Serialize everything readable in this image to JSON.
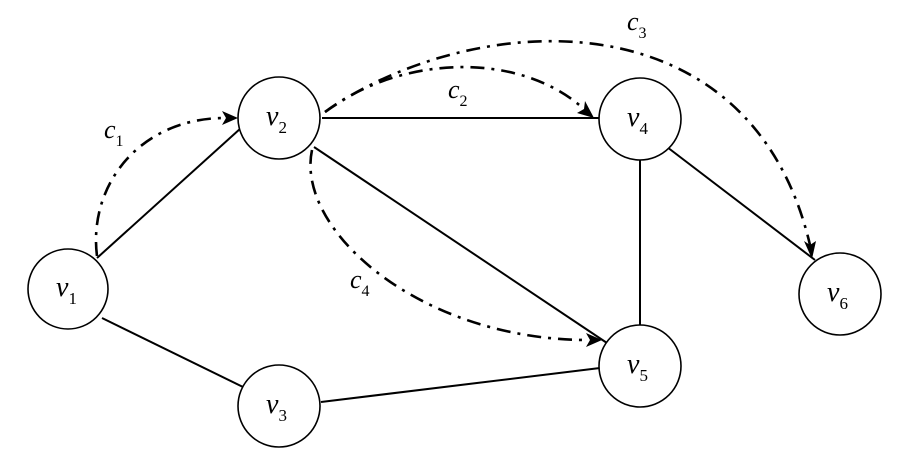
{
  "nodes": [
    {
      "id": "v1",
      "letter": "v",
      "subscript": "1"
    },
    {
      "id": "v2",
      "letter": "v",
      "subscript": "2"
    },
    {
      "id": "v3",
      "letter": "v",
      "subscript": "3"
    },
    {
      "id": "v4",
      "letter": "v",
      "subscript": "4"
    },
    {
      "id": "v5",
      "letter": "v",
      "subscript": "5"
    },
    {
      "id": "v6",
      "letter": "v",
      "subscript": "6"
    }
  ],
  "edges": [
    {
      "from": "v1",
      "to": "v2"
    },
    {
      "from": "v1",
      "to": "v3"
    },
    {
      "from": "v2",
      "to": "v4"
    },
    {
      "from": "v2",
      "to": "v5"
    },
    {
      "from": "v3",
      "to": "v5"
    },
    {
      "from": "v4",
      "to": "v5"
    },
    {
      "from": "v4",
      "to": "v6"
    }
  ],
  "paths": [
    {
      "id": "c1",
      "letter": "c",
      "subscript": "1",
      "from": "v1",
      "to": "v2",
      "style": "dash-dot",
      "color": "#000000"
    },
    {
      "id": "c2",
      "letter": "c",
      "subscript": "2",
      "from": "v2",
      "to": "v4",
      "style": "dash-dot",
      "color": "#000000"
    },
    {
      "id": "c3",
      "letter": "c",
      "subscript": "3",
      "from": "v2",
      "to": "v6",
      "style": "dash-dot",
      "color": "#000000"
    },
    {
      "id": "c4",
      "letter": "c",
      "subscript": "4",
      "from": "v2",
      "to": "v5",
      "style": "dash-dot",
      "color": "#000000"
    }
  ]
}
